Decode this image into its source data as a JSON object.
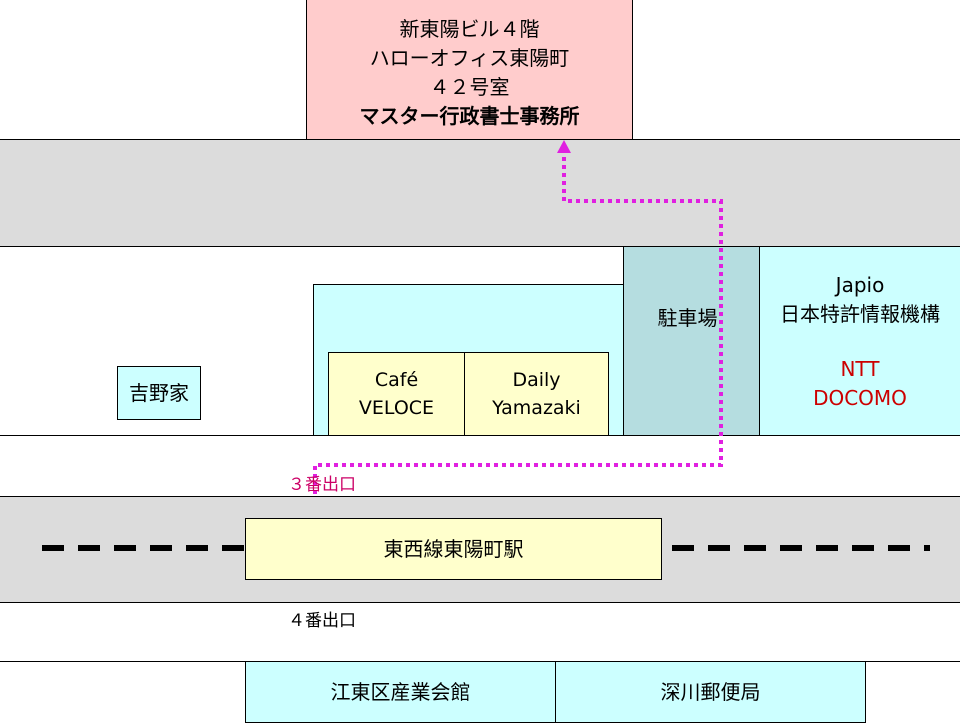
{
  "destination": {
    "lines": [
      "新東陽ビル４階",
      "ハローオフィス東陽町",
      "４２号室",
      "マスター行政書士事務所"
    ]
  },
  "yoshinoya": "吉野家",
  "cafe_veloce": [
    "Café",
    "VELOCE"
  ],
  "daily_yamazaki": [
    "Daily",
    "Yamazaki"
  ],
  "parking": "駐車場",
  "japio": {
    "line1": "Japio",
    "line2": "日本特許情報機構",
    "ntt_line1": "NTT",
    "ntt_line2": "DOCOMO"
  },
  "exit3": "３番出口",
  "station": "東西線東陽町駅",
  "exit4": "４番出口",
  "koto_hall": "江東区産業会館",
  "fukagawa_post": "深川郵便局",
  "colors": {
    "route": "#e020e0",
    "ntt_text": "#cc0000",
    "destination_bg": "#ffcccc",
    "shop_bg": "#ffffcc",
    "block_bg": "#ccffff",
    "parking_bg": "#b5dde0",
    "road_bg": "#dcdcdc"
  }
}
